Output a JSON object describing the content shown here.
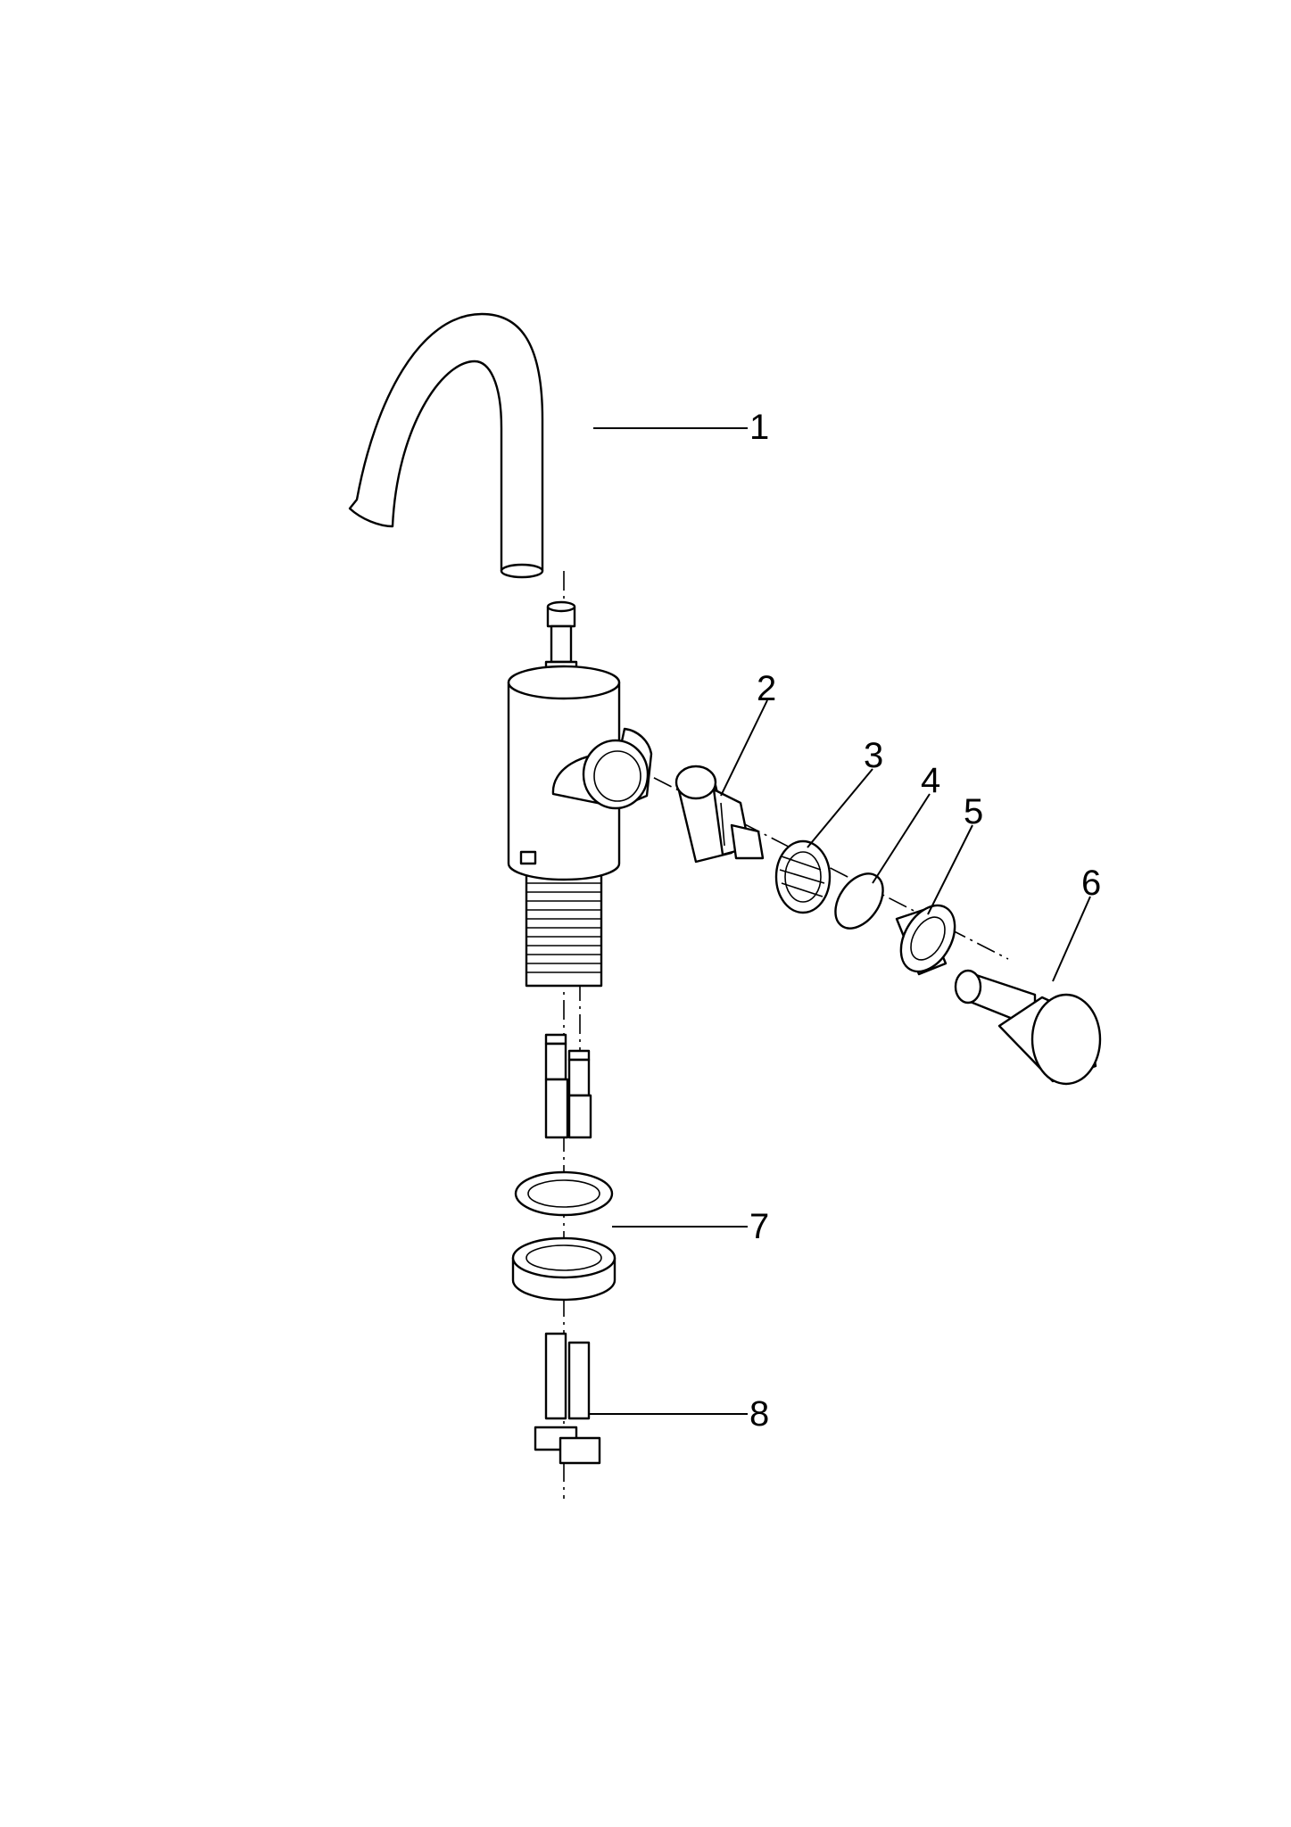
{
  "parts": [
    {
      "number": "1",
      "component": "spout"
    },
    {
      "number": "2",
      "component": "cartridge"
    },
    {
      "number": "3",
      "component": "threaded-ring"
    },
    {
      "number": "4",
      "component": "o-ring"
    },
    {
      "number": "5",
      "component": "cover-sleeve"
    },
    {
      "number": "6",
      "component": "lever-handle"
    },
    {
      "number": "7",
      "component": "washer-and-lock-nut"
    },
    {
      "number": "8",
      "component": "supply-hoses"
    }
  ]
}
